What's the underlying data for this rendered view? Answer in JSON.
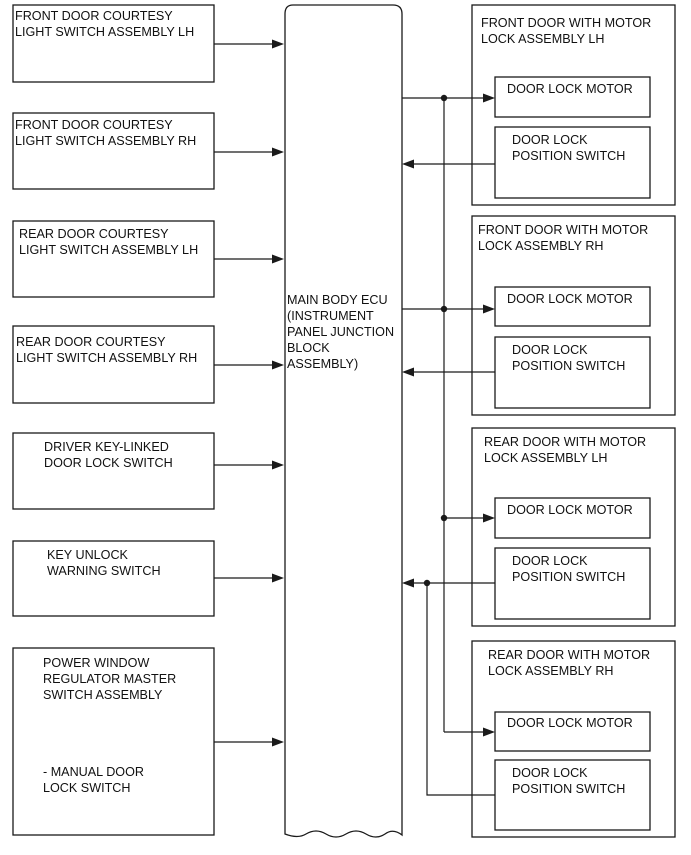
{
  "ecu": {
    "line1": "MAIN BODY ECU",
    "line2": "(INSTRUMENT",
    "line3": "PANEL JUNCTION",
    "line4": "BLOCK",
    "line5": "ASSEMBLY)"
  },
  "inputs": {
    "front_lh": {
      "line1": "FRONT DOOR COURTESY",
      "line2": "LIGHT SWITCH ASSEMBLY LH"
    },
    "front_rh": {
      "line1": "FRONT DOOR COURTESY",
      "line2": "LIGHT SWITCH ASSEMBLY RH"
    },
    "rear_lh": {
      "line1": "REAR DOOR COURTESY",
      "line2": "LIGHT SWITCH ASSEMBLY LH"
    },
    "rear_rh": {
      "line1": "REAR DOOR COURTESY",
      "line2": "LIGHT SWITCH ASSEMBLY RH"
    },
    "driver_key": {
      "line1": "DRIVER KEY-LINKED",
      "line2": "DOOR LOCK SWITCH"
    },
    "key_unlock": {
      "line1": "KEY UNLOCK",
      "line2": "WARNING SWITCH"
    },
    "power_window": {
      "line1": "POWER WINDOW",
      "line2": "REGULATOR MASTER",
      "line3": "SWITCH ASSEMBLY",
      "line4": "- MANUAL DOOR",
      "line5": "LOCK SWITCH"
    }
  },
  "outputs": {
    "front_lh": {
      "line1": "FRONT DOOR WITH MOTOR",
      "line2": "LOCK ASSEMBLY LH",
      "motor": "DOOR LOCK MOTOR",
      "switch_line1": "DOOR LOCK",
      "switch_line2": "POSITION SWITCH"
    },
    "front_rh": {
      "line1": "FRONT DOOR WITH MOTOR",
      "line2": "LOCK ASSEMBLY RH",
      "motor": "DOOR LOCK MOTOR",
      "switch_line1": "DOOR LOCK",
      "switch_line2": "POSITION SWITCH"
    },
    "rear_lh": {
      "line1": "REAR DOOR WITH MOTOR",
      "line2": "LOCK ASSEMBLY LH",
      "motor": "DOOR LOCK MOTOR",
      "switch_line1": "DOOR LOCK",
      "switch_line2": "POSITION SWITCH"
    },
    "rear_rh": {
      "line1": "REAR DOOR WITH MOTOR",
      "line2": "LOCK ASSEMBLY RH",
      "motor": "DOOR LOCK MOTOR",
      "switch_line1": "DOOR LOCK",
      "switch_line2": "POSITION SWITCH"
    }
  }
}
